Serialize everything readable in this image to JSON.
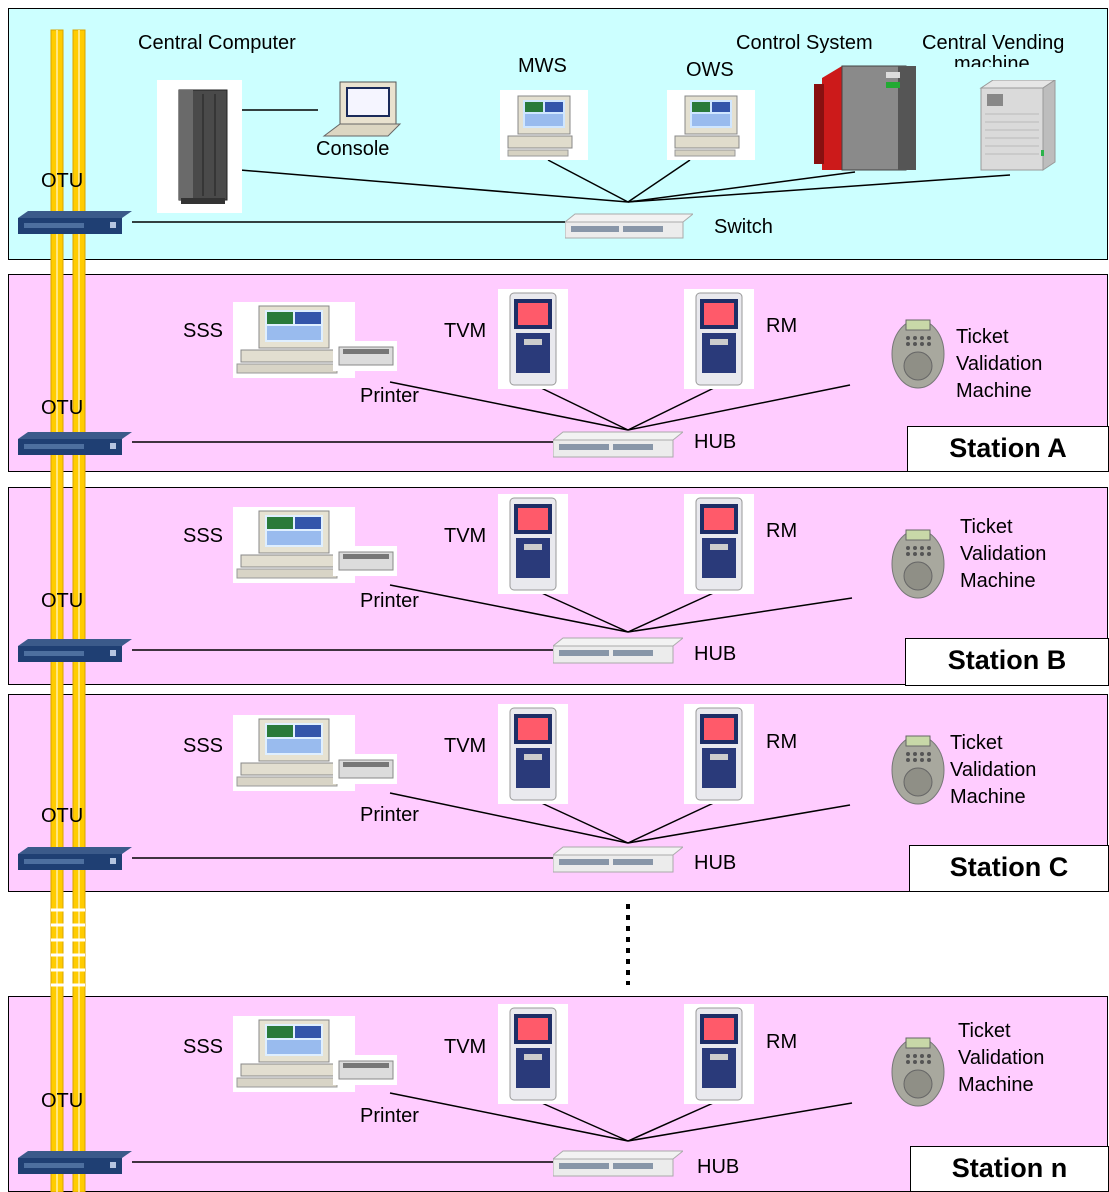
{
  "central": {
    "central_computer": "Central Computer",
    "console": "Console",
    "mws": "MWS",
    "ows": "OWS",
    "control_system": "Control System",
    "central_vending_line1": "Central Vending",
    "central_vending_line2": "machine",
    "otu": "OTU",
    "switch": "Switch"
  },
  "stations": [
    {
      "name": "Station A",
      "sss": "SSS",
      "tvm": "TVM",
      "rm": "RM",
      "printer": "Printer",
      "otu": "OTU",
      "hub": "HUB",
      "tvmach_1": "Ticket",
      "tvmach_2": "Validation",
      "tvmach_3": "Machine"
    },
    {
      "name": "Station B",
      "sss": "SSS",
      "tvm": "TVM",
      "rm": "RM",
      "printer": "Printer",
      "otu": "OTU",
      "hub": "HUB",
      "tvmach_1": "Ticket",
      "tvmach_2": "Validation",
      "tvmach_3": "Machine"
    },
    {
      "name": "Station C",
      "sss": "SSS",
      "tvm": "TVM",
      "rm": "RM",
      "printer": "Printer",
      "otu": "OTU",
      "hub": "HUB",
      "tvmach_1": "Ticket",
      "tvmach_2": "Validation",
      "tvmach_3": "Machine"
    },
    {
      "name": "Station n",
      "sss": "SSS",
      "tvm": "TVM",
      "rm": "RM",
      "printer": "Printer",
      "otu": "OTU",
      "hub": "HUB",
      "tvmach_1": "Ticket",
      "tvmach_2": "Validation",
      "tvmach_3": "Machine"
    }
  ],
  "colors": {
    "central_bg": "#ccffff",
    "station_bg": "#ffccff",
    "fiber": "#ffcc00",
    "otu": "#1f3f73"
  }
}
